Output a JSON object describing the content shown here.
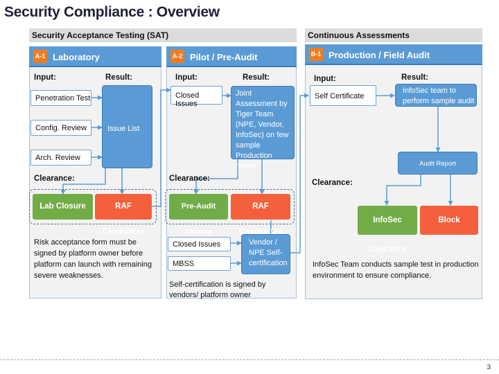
{
  "page": {
    "title": "Security Compliance : Overview",
    "page_number": "3"
  },
  "sections": {
    "sat": "Security Acceptance Testing (SAT)",
    "continuous": "Continuous Assessments"
  },
  "panels": {
    "a1": {
      "badge": "A-1",
      "title": "Laboratory",
      "input_label": "Input:",
      "result_label": "Result:",
      "inputs": [
        "Penetration Test",
        "Config. Review",
        "Arch. Review"
      ],
      "result": "Issue List",
      "clearance_label": "Clearance:",
      "clear_ok": "Lab Closure",
      "clear_fail": "RAF Candidates",
      "note": "Risk acceptance form must be signed by platform owner before platform can launch with remaining severe weaknesses."
    },
    "a2": {
      "badge": "A-2",
      "title": "Pilot / Pre-Audit",
      "input_label": "Input:",
      "result_label": "Result:",
      "input": "Closed Issues",
      "result": "Joint Assessment by Tiger Team (NPE, Vendor, InfoSec) on  few sample Production nodes",
      "clearance_label": "Clearance:",
      "clear_ok": "Pre-Audit Closure",
      "clear_fail": "RAF Candidates",
      "cert_inputs": [
        "Closed Issues",
        "MBSS"
      ],
      "cert_result": "Vendor / NPE Self-certification",
      "note": "Self-certification is signed by vendors/ platform owner"
    },
    "b1": {
      "badge": "B-1",
      "title": "Production / Field Audit",
      "input_label": "Input:",
      "result_label": "Result:",
      "input": "Self Certificate",
      "result": "InfoSec team to perform sample  audit",
      "report": "Audit Report",
      "clearance_label": "Clearance:",
      "clear_ok": "InfoSec Clearance",
      "clear_fail": "Block",
      "note": "InfoSec Team conducts sample test in production environment to ensure compliance."
    }
  }
}
